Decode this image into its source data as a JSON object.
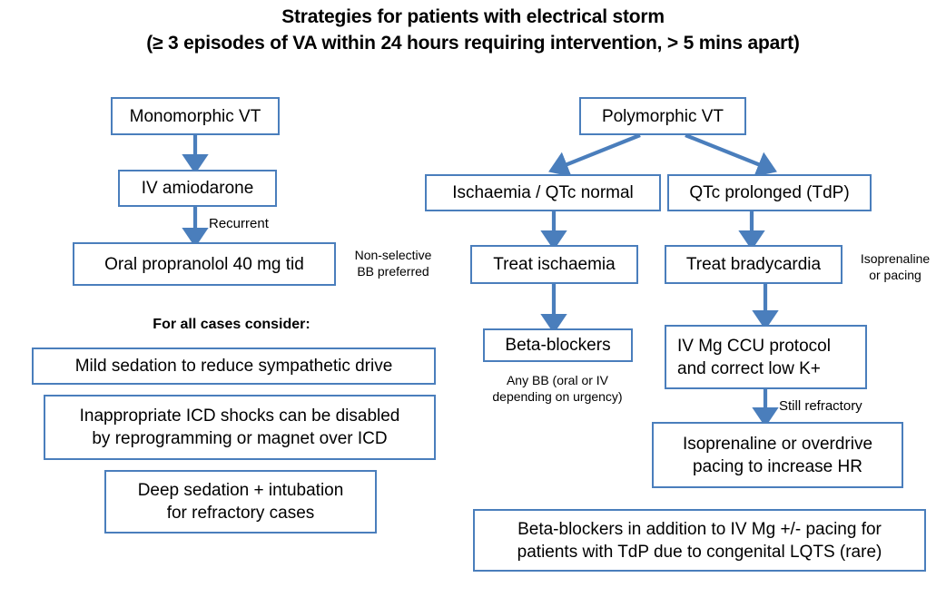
{
  "title": {
    "line1": "Strategies for patients with electrical storm",
    "line2": "(≥ 3 episodes of VA within 24 hours requiring intervention, > 5 mins apart)"
  },
  "colors": {
    "box_border": "#4A7EBC",
    "arrow": "#4A7EBC",
    "text": "#000000",
    "background": "#FFFFFF"
  },
  "nodes": {
    "monomorphic_vt": "Monomorphic VT",
    "iv_amiodarone": "IV amiodarone",
    "oral_propranolol": "Oral propranolol 40 mg tid",
    "mild_sedation": "Mild sedation to reduce sympathetic drive",
    "icd_shocks": "Inappropriate ICD shocks can be disabled\nby reprogramming or magnet over ICD",
    "deep_sedation": "Deep sedation + intubation\nfor refractory cases",
    "polymorphic_vt": "Polymorphic VT",
    "ischaemia_qtc_normal": "Ischaemia / QTc normal",
    "qtc_prolonged": "QTc prolonged (TdP)",
    "treat_ischaemia": "Treat ischaemia",
    "treat_bradycardia": "Treat bradycardia",
    "beta_blockers": "Beta-blockers",
    "iv_mg_ccu": "IV Mg CCU protocol\nand correct low K+",
    "isoprenaline_overdrive": "Isoprenaline or overdrive\npacing to increase HR",
    "bb_lqts": "Beta-blockers in addition to IV Mg +/- pacing for\npatients with TdP due to congenital LQTS (rare)"
  },
  "edge_labels": {
    "recurrent": "Recurrent",
    "still_refractory": "Still refractory"
  },
  "notes": {
    "non_selective_bb": "Non-selective\nBB preferred",
    "for_all_cases": "For all cases consider:",
    "any_bb": "Any BB (oral or IV\ndepending on urgency)",
    "isoprenaline_or_pacing": "Isoprenaline\nor pacing"
  }
}
